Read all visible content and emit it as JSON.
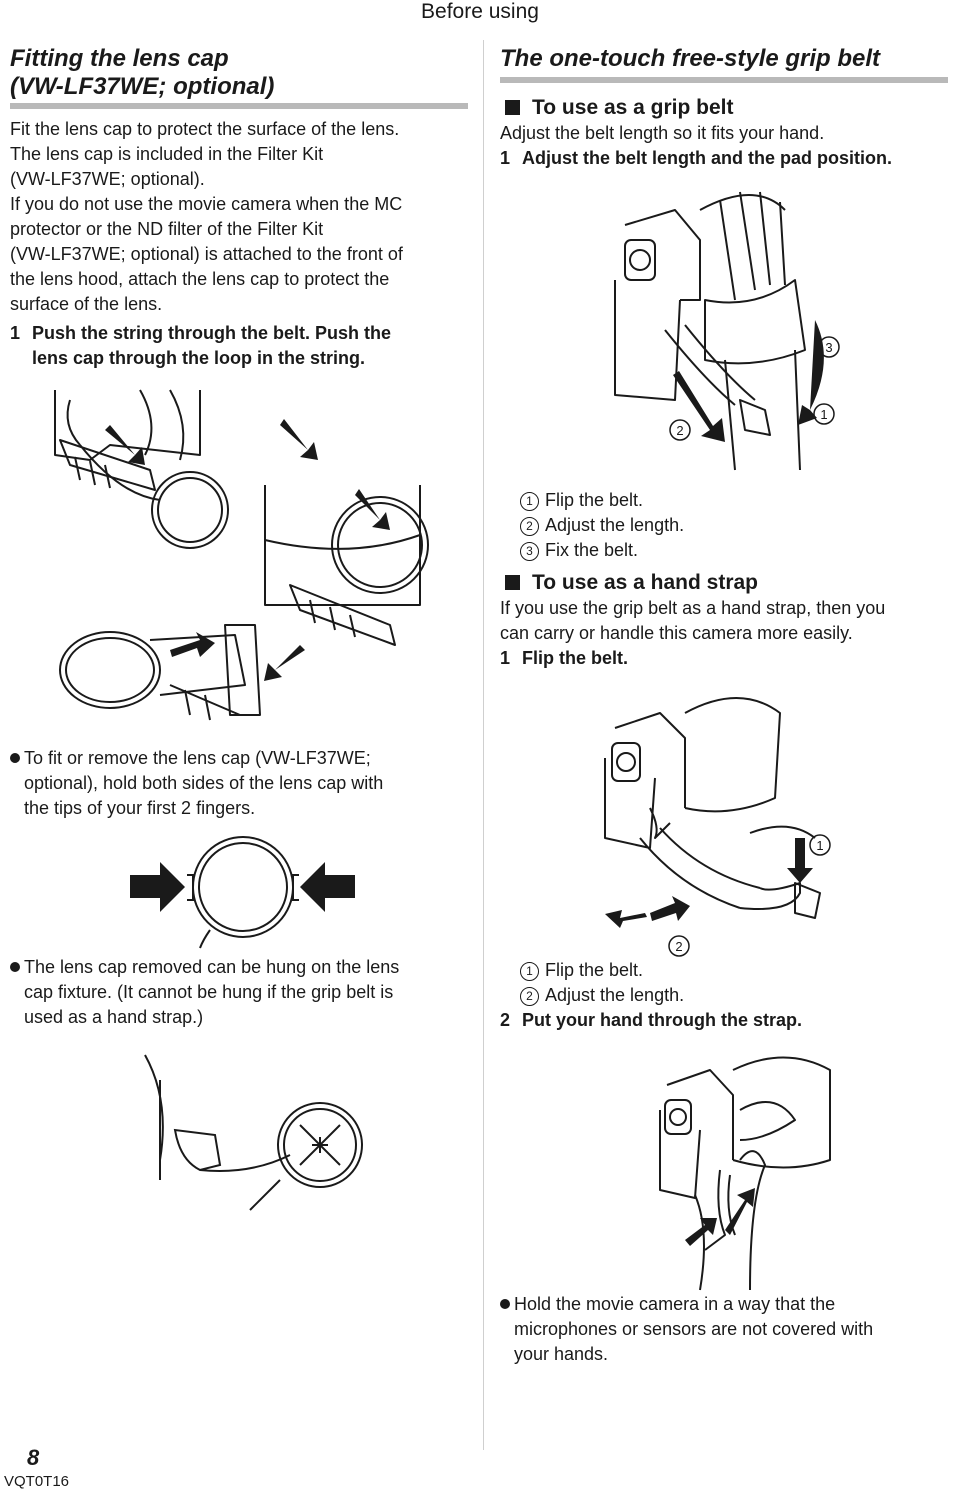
{
  "header": {
    "section": "Before using"
  },
  "left": {
    "title_line1": "Fitting the lens cap",
    "title_line2": "(VW-LF37WE; optional)",
    "paragraph_lines": [
      "Fit the lens cap to protect the surface of the lens.",
      "The lens cap is included in the Filter Kit",
      "(VW-LF37WE; optional).",
      "If you do not use the movie camera when the MC",
      "protector or the ND filter of the Filter Kit",
      "(VW-LF37WE; optional) is attached to the front of",
      "the lens hood, attach the lens cap to protect the",
      "surface of the lens."
    ],
    "step1_num": "1",
    "step1_line1": "Push the string through the belt. Push the",
    "step1_line2": "lens cap through the loop in the string.",
    "bullet1_lines": [
      "To fit or remove the lens cap (VW-LF37WE;",
      "optional), hold both sides of the lens cap with",
      "the tips of your first 2 fingers."
    ],
    "bullet2_lines": [
      "The lens cap removed can be hung on the lens",
      "cap fixture. (It cannot be hung if the grip belt is",
      "used as a hand strap.)"
    ]
  },
  "right": {
    "title": "The one-touch free-style grip belt",
    "grip_heading": "To use as a grip belt",
    "grip_intro": "Adjust the belt length so it fits your hand.",
    "grip_step1_num": "1",
    "grip_step1_text": "Adjust the belt length and the pad position.",
    "fig1_callouts": [
      "1",
      "2",
      "3"
    ],
    "grip_list": [
      {
        "num": "1",
        "text": "Flip the belt."
      },
      {
        "num": "2",
        "text": "Adjust the length."
      },
      {
        "num": "3",
        "text": "Fix the belt."
      }
    ],
    "strap_heading": "To use as a hand strap",
    "strap_intro_line1": "If you use the grip belt as a hand strap, then you",
    "strap_intro_line2": "can carry or handle this camera more easily.",
    "strap_step1_num": "1",
    "strap_step1_text": "Flip the belt.",
    "fig2_callouts": [
      "1",
      "2"
    ],
    "strap_list": [
      {
        "num": "1",
        "text": "Flip the belt."
      },
      {
        "num": "2",
        "text": "Adjust the length."
      }
    ],
    "strap_step2_num": "2",
    "strap_step2_text": "Put your hand through the strap.",
    "bullet3_lines": [
      "Hold the movie camera in a way that the",
      "microphones or sensors are not covered with",
      "your hands."
    ]
  },
  "footer": {
    "page_number": "8",
    "doc_code": "VQT0T16"
  }
}
